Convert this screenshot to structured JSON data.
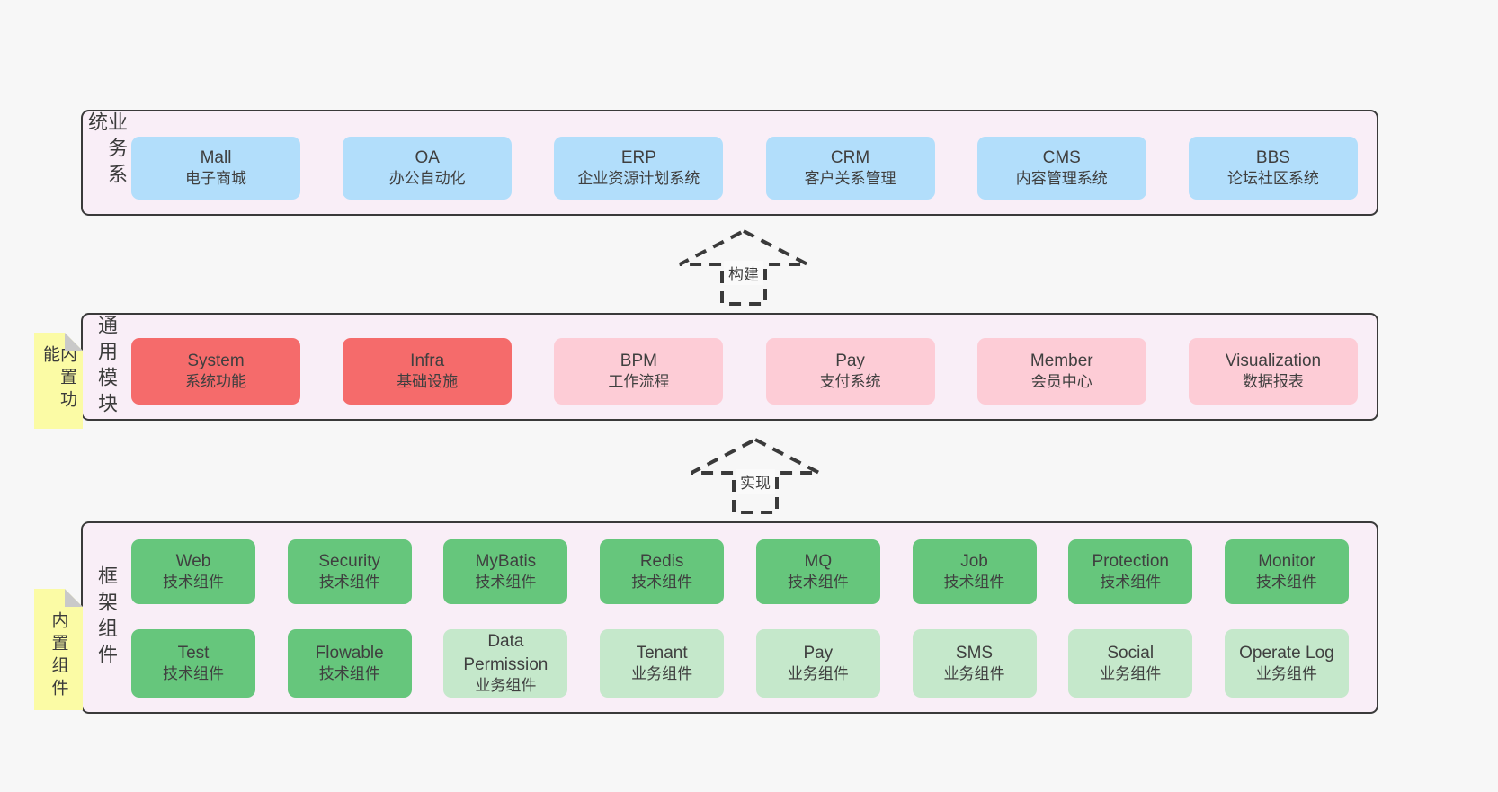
{
  "colors": {
    "page_bg": "#f7f7f7",
    "panel_bg": "#f9eef7",
    "panel_border": "#3a3a3a",
    "blue_box": "#b2defb",
    "red_box": "#f56b6b",
    "pink_box": "#fdccd6",
    "green_box": "#66c67c",
    "green_light_box": "#c5e8cb",
    "sticky_yellow": "#fbfba5",
    "sticky_fold": "#c9c9c9",
    "text": "#3f3f3f"
  },
  "sections": {
    "business": {
      "label": "业务系统",
      "boxes": [
        {
          "title": "Mall",
          "subtitle": "电子商城"
        },
        {
          "title": "OA",
          "subtitle": "办公自动化"
        },
        {
          "title": "ERP",
          "subtitle": "企业资源计划系统"
        },
        {
          "title": "CRM",
          "subtitle": "客户关系管理"
        },
        {
          "title": "CMS",
          "subtitle": "内容管理系统"
        },
        {
          "title": "BBS",
          "subtitle": "论坛社区系统"
        }
      ]
    },
    "modules": {
      "label": "通用模块",
      "sticky": "内置功能",
      "boxes": [
        {
          "title": "System",
          "subtitle": "系统功能"
        },
        {
          "title": "Infra",
          "subtitle": "基础设施"
        },
        {
          "title": "BPM",
          "subtitle": "工作流程"
        },
        {
          "title": "Pay",
          "subtitle": "支付系统"
        },
        {
          "title": "Member",
          "subtitle": "会员中心"
        },
        {
          "title": "Visualization",
          "subtitle": "数据报表"
        }
      ]
    },
    "components": {
      "label": "框架组件",
      "sticky": "内置组件",
      "row1": [
        {
          "title": "Web",
          "subtitle": "技术组件"
        },
        {
          "title": "Security",
          "subtitle": "技术组件"
        },
        {
          "title": "MyBatis",
          "subtitle": "技术组件"
        },
        {
          "title": "Redis",
          "subtitle": "技术组件"
        },
        {
          "title": "MQ",
          "subtitle": "技术组件"
        },
        {
          "title": "Job",
          "subtitle": "技术组件"
        },
        {
          "title": "Protection",
          "subtitle": "技术组件"
        },
        {
          "title": "Monitor",
          "subtitle": "技术组件"
        }
      ],
      "row2": [
        {
          "title": "Test",
          "subtitle": "技术组件"
        },
        {
          "title": "Flowable",
          "subtitle": "技术组件"
        },
        {
          "title": "Data Permission",
          "subtitle": "业务组件"
        },
        {
          "title": "Tenant",
          "subtitle": "业务组件"
        },
        {
          "title": "Pay",
          "subtitle": "业务组件"
        },
        {
          "title": "SMS",
          "subtitle": "业务组件"
        },
        {
          "title": "Social",
          "subtitle": "业务组件"
        },
        {
          "title": "Operate Log",
          "subtitle": "业务组件"
        }
      ]
    }
  },
  "arrows": {
    "build": "构建",
    "implement": "实现"
  }
}
